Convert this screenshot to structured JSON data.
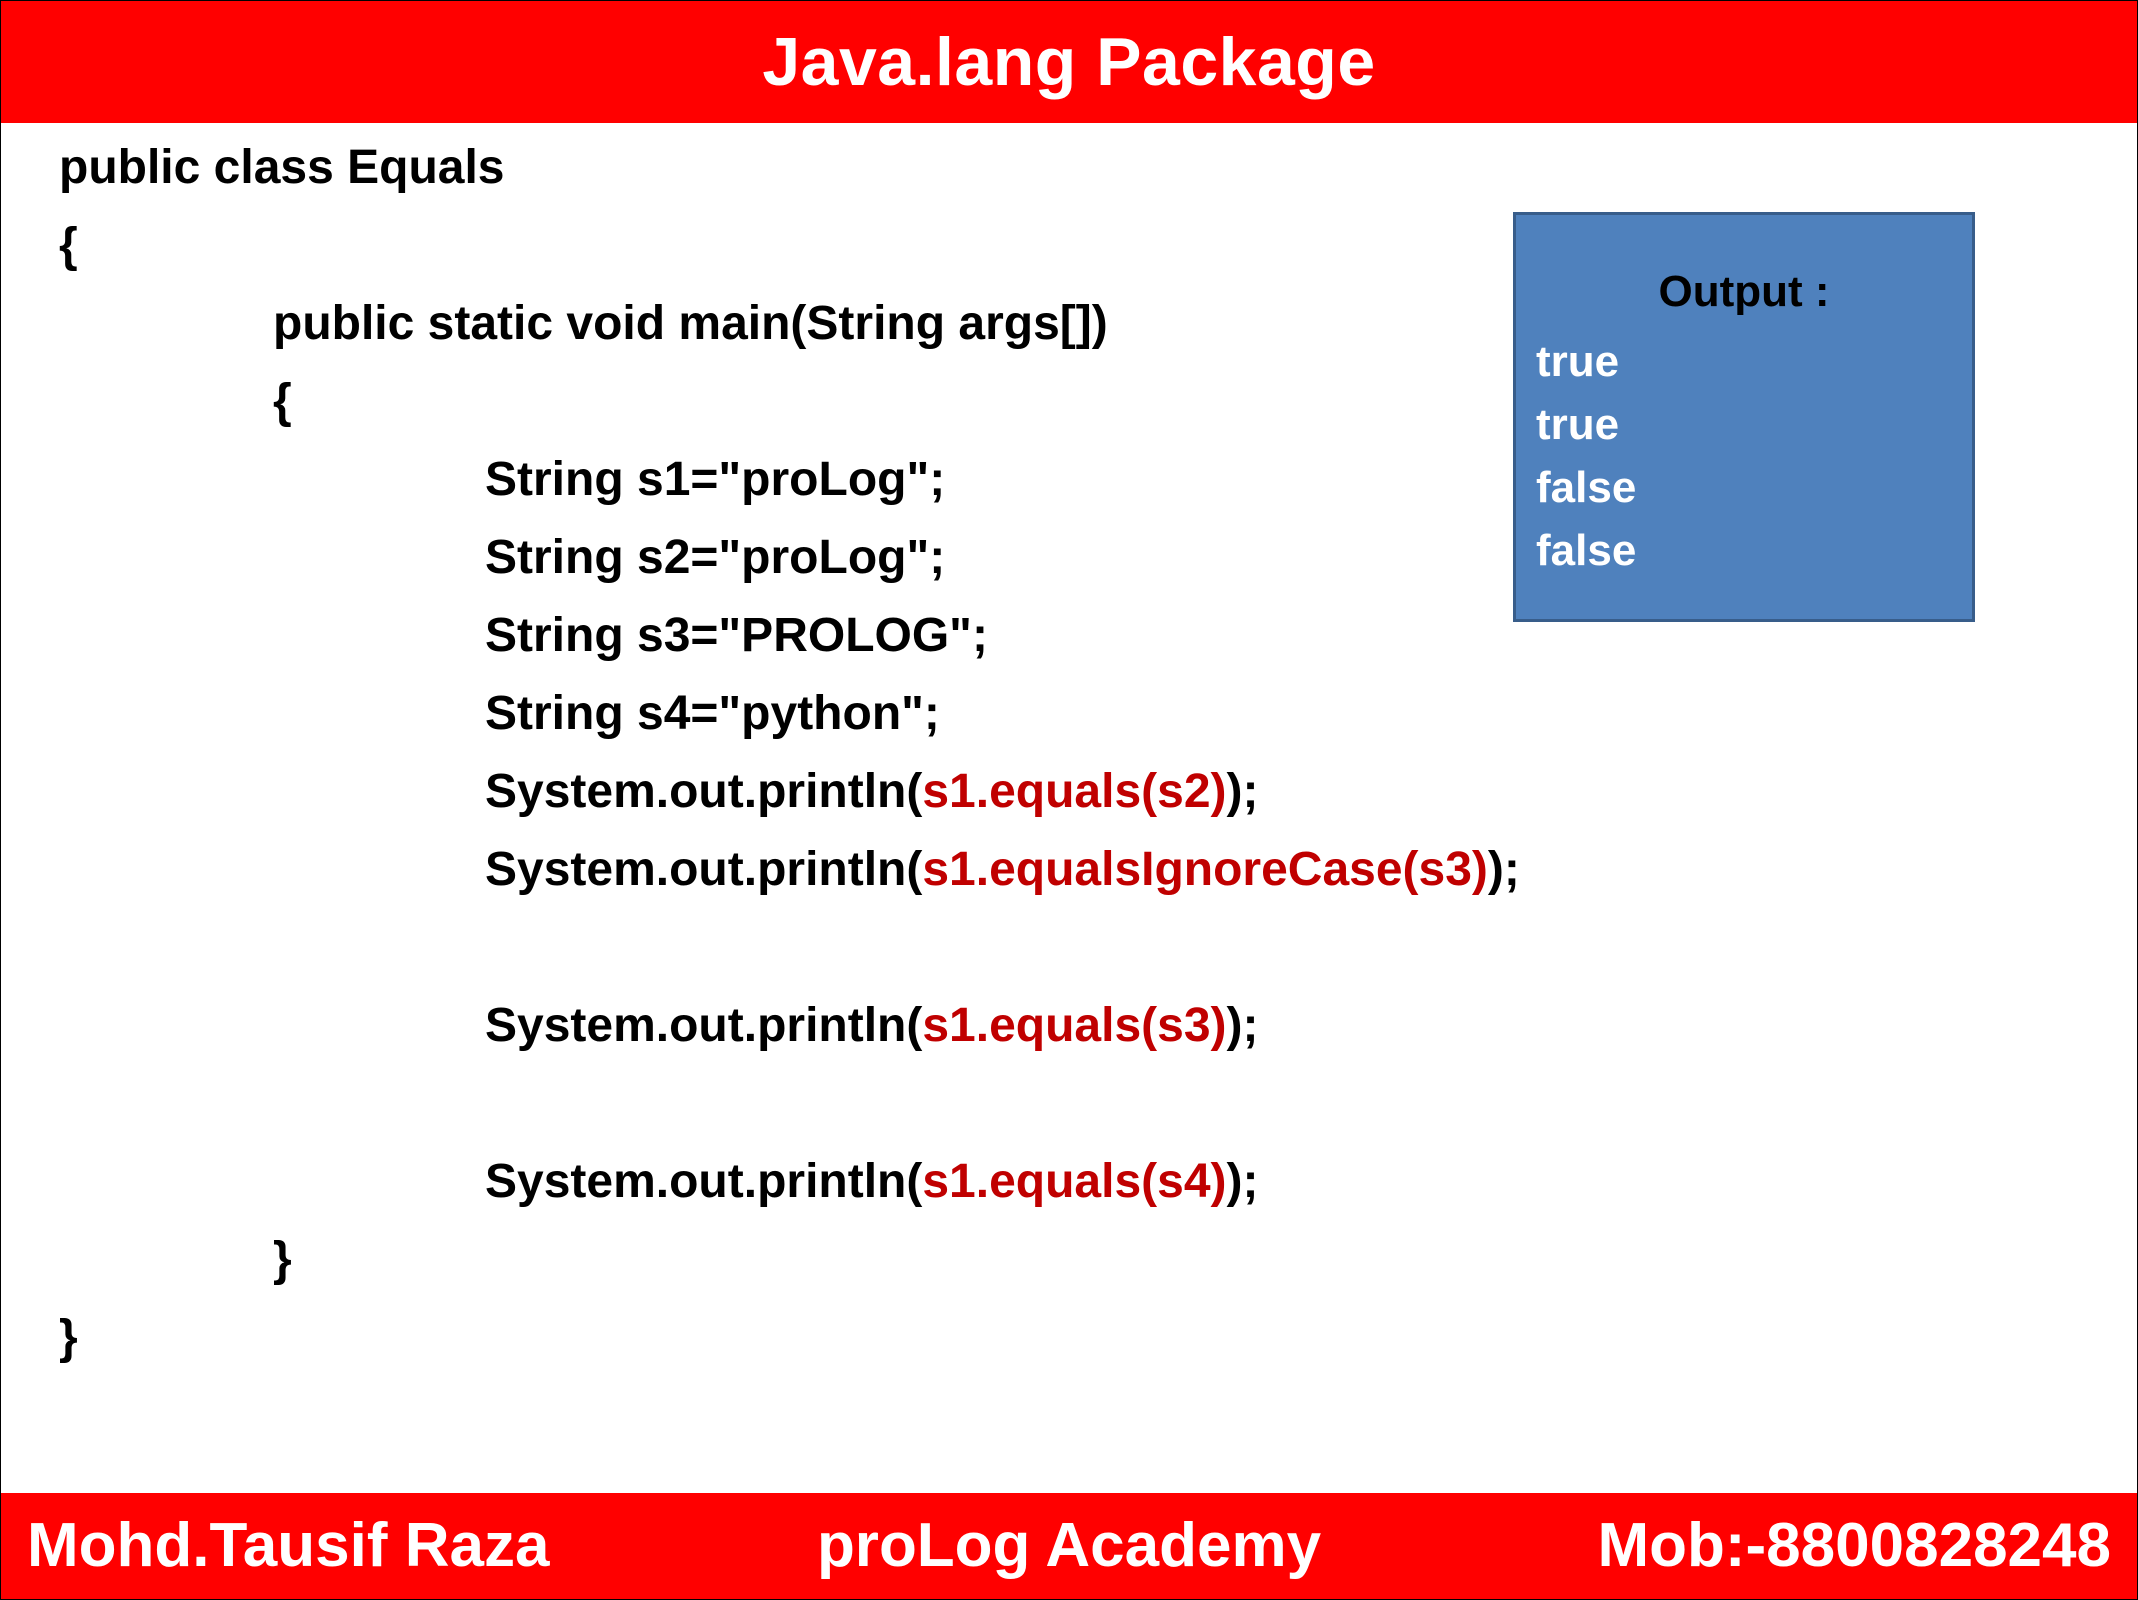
{
  "header": {
    "title": "Java.lang Package"
  },
  "code": {
    "line1": "public class Equals",
    "line2": "{",
    "line3": "public static void main(String args[])",
    "line4": "{",
    "line5": "String s1=\"proLog\";",
    "line6": "String s2=\"proLog\";",
    "line7": "String s3=\"PROLOG\";",
    "line8": "String s4=\"python\";",
    "print_prefix": "System.out.println(",
    "print_suffix": ");",
    "call1": "s1.equals(s2)",
    "call2": "s1.equalsIgnoreCase(s3)",
    "call3": "s1.equals(s3)",
    "call4": "s1.equals(s4)",
    "line_close_inner": "}",
    "line_close_outer": "}"
  },
  "output": {
    "heading": "Output :",
    "lines": [
      "true",
      "true",
      "false",
      "false"
    ]
  },
  "footer": {
    "author": "Mohd.Tausif Raza",
    "academy": "proLog Academy",
    "phone": "Mob:-8800828248"
  },
  "colors": {
    "banner": "#ff0000",
    "highlight": "#c00000",
    "output_box": "#4f81bd"
  }
}
